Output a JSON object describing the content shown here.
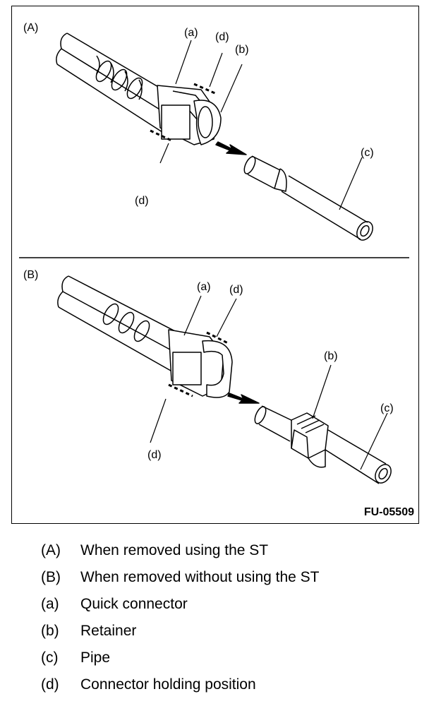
{
  "figure": {
    "panel_a_label": "(A)",
    "panel_b_label": "(B)",
    "callouts": {
      "a": "(a)",
      "b": "(b)",
      "c": "(c)",
      "d": "(d)"
    },
    "code": "FU-05509"
  },
  "legend": [
    {
      "key": "(A)",
      "text": "When removed using the ST"
    },
    {
      "key": "(B)",
      "text": "When removed without using the ST"
    },
    {
      "key": "(a)",
      "text": "Quick connector"
    },
    {
      "key": "(b)",
      "text": "Retainer"
    },
    {
      "key": "(c)",
      "text": "Pipe"
    },
    {
      "key": "(d)",
      "text": "Connector holding position"
    }
  ]
}
